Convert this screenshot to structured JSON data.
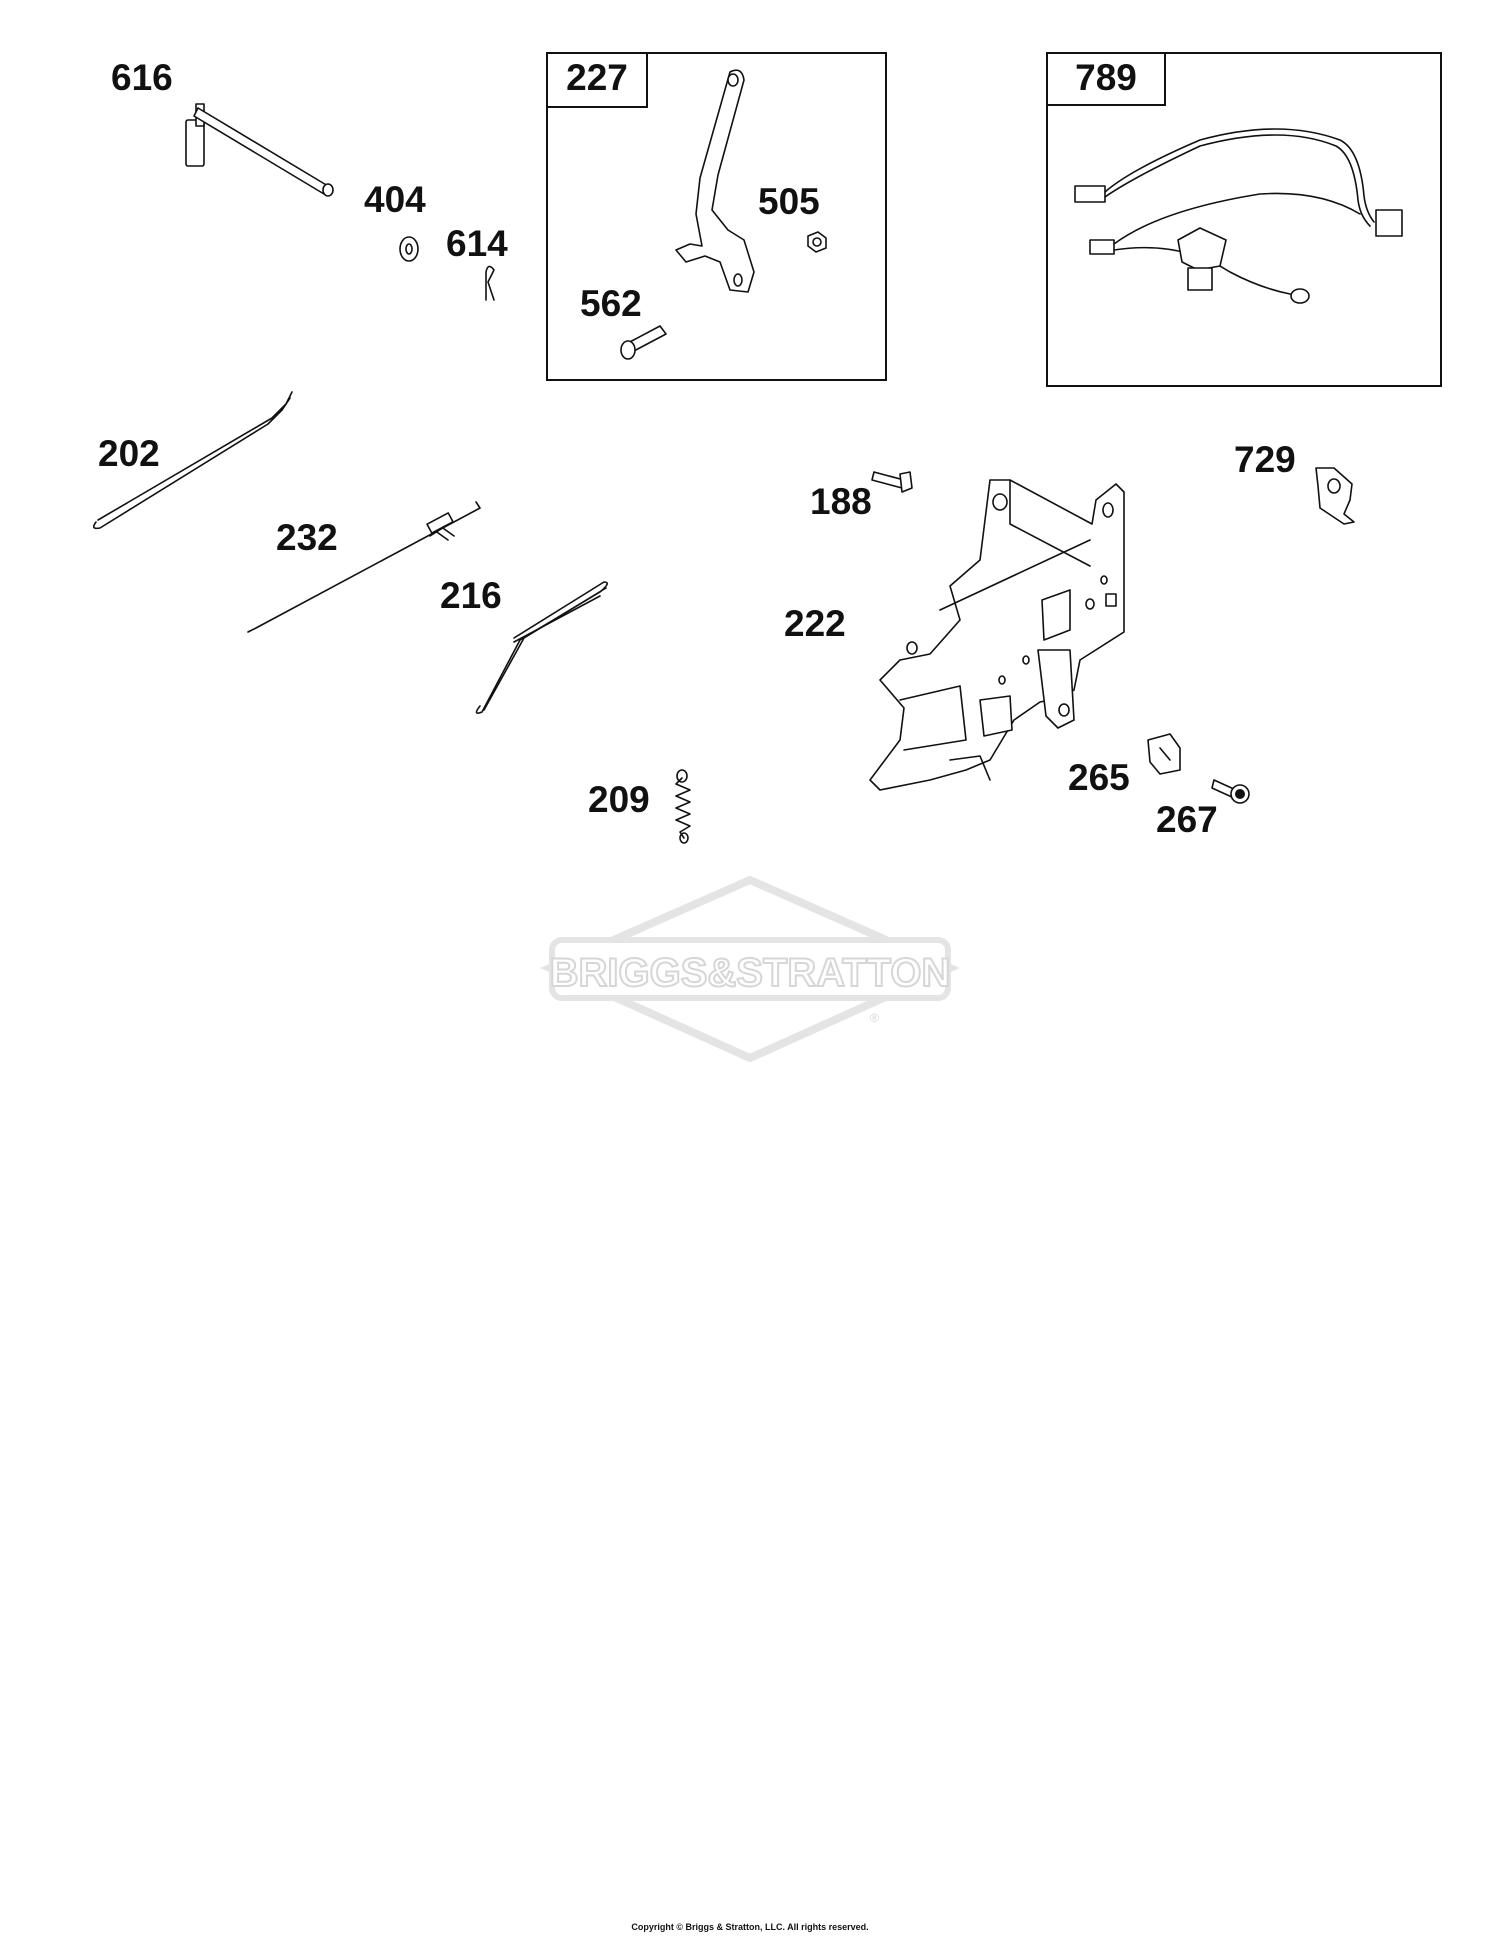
{
  "parts": [
    {
      "id": "p616",
      "number": "616"
    },
    {
      "id": "p404",
      "number": "404"
    },
    {
      "id": "p614",
      "number": "614"
    },
    {
      "id": "p227",
      "number": "227"
    },
    {
      "id": "p505",
      "number": "505"
    },
    {
      "id": "p562",
      "number": "562"
    },
    {
      "id": "p789",
      "number": "789"
    },
    {
      "id": "p202",
      "number": "202"
    },
    {
      "id": "p232",
      "number": "232"
    },
    {
      "id": "p216",
      "number": "216"
    },
    {
      "id": "p188",
      "number": "188"
    },
    {
      "id": "p729",
      "number": "729"
    },
    {
      "id": "p222",
      "number": "222"
    },
    {
      "id": "p265",
      "number": "265"
    },
    {
      "id": "p267",
      "number": "267"
    },
    {
      "id": "p209",
      "number": "209"
    }
  ],
  "watermark": {
    "text": "BRIGGS&STRATTON",
    "mark": "®"
  },
  "copyright": "Copyright © Briggs & Stratton, LLC. All rights reserved."
}
